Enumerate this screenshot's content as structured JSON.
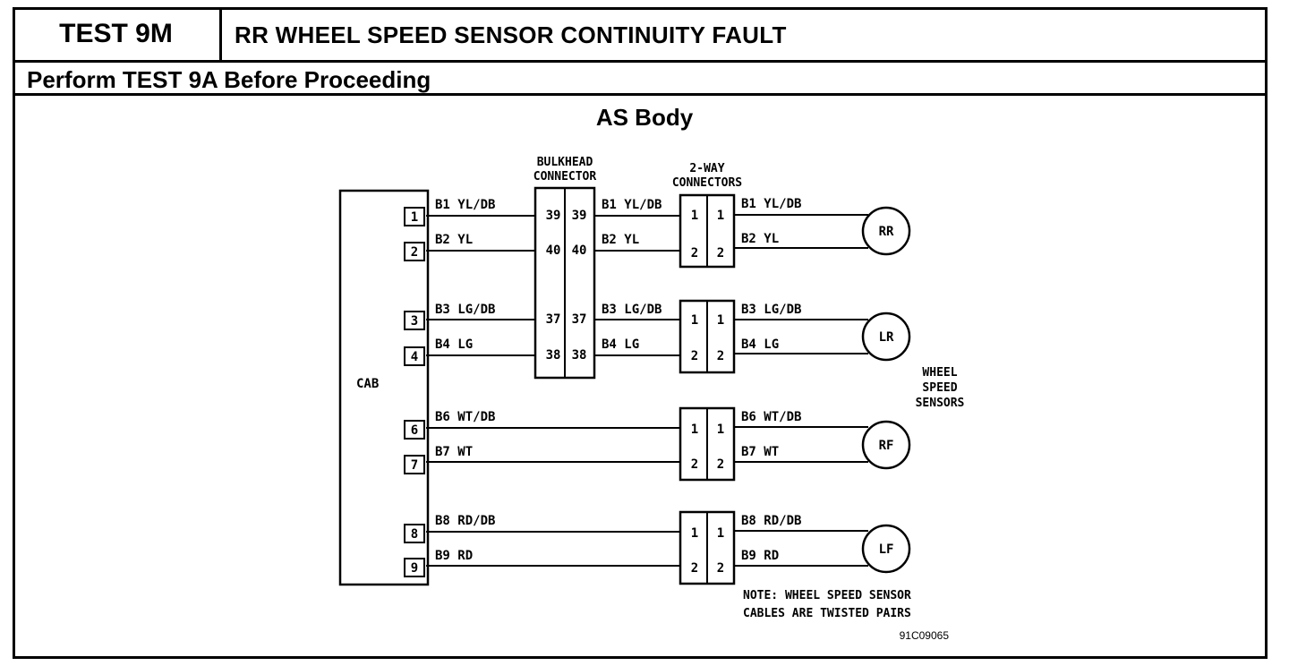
{
  "header": {
    "test_id": "TEST 9M",
    "title": "RR WHEEL SPEED SENSOR CONTINUITY FAULT",
    "subtitle": "Perform TEST 9A Before Proceeding",
    "body_label": "AS Body"
  },
  "diagram": {
    "cab_label": "CAB",
    "bulkhead_label_line1": "BULKHEAD",
    "bulkhead_label_line2": "CONNECTOR",
    "twoway_label_line1": "2-WAY",
    "twoway_label_line2": "CONNECTORS",
    "sensors_label_line1": "WHEEL",
    "sensors_label_line2": "SPEED",
    "sensors_label_line3": "SENSORS",
    "note_line1": "NOTE: WHEEL SPEED SENSOR",
    "note_line2": "CABLES ARE TWISTED PAIRS",
    "figure_id": "91C09065",
    "cab_pins": [
      "1",
      "2",
      "3",
      "4",
      "6",
      "7",
      "8",
      "9"
    ],
    "circuits": [
      {
        "cab_wire": "B1 YL/DB",
        "bulkhead_pin": "39",
        "mid_wire": "B1 YL/DB",
        "conn_pin": "1",
        "sensor_wire": "B1 YL/DB"
      },
      {
        "cab_wire": "B2 YL",
        "bulkhead_pin": "40",
        "mid_wire": "B2 YL",
        "conn_pin": "2",
        "sensor_wire": "B2 YL"
      },
      {
        "cab_wire": "B3 LG/DB",
        "bulkhead_pin": "37",
        "mid_wire": "B3 LG/DB",
        "conn_pin": "1",
        "sensor_wire": "B3 LG/DB"
      },
      {
        "cab_wire": "B4 LG",
        "bulkhead_pin": "38",
        "mid_wire": "B4 LG",
        "conn_pin": "2",
        "sensor_wire": "B4 LG"
      },
      {
        "cab_wire": "B6 WT/DB",
        "conn_pin": "1",
        "sensor_wire": "B6 WT/DB"
      },
      {
        "cab_wire": "B7 WT",
        "conn_pin": "2",
        "sensor_wire": "B7 WT"
      },
      {
        "cab_wire": "B8 RD/DB",
        "conn_pin": "1",
        "sensor_wire": "B8 RD/DB"
      },
      {
        "cab_wire": "B9 RD",
        "conn_pin": "2",
        "sensor_wire": "B9 RD"
      }
    ],
    "sensors": [
      "RR",
      "LR",
      "RF",
      "LF"
    ]
  }
}
